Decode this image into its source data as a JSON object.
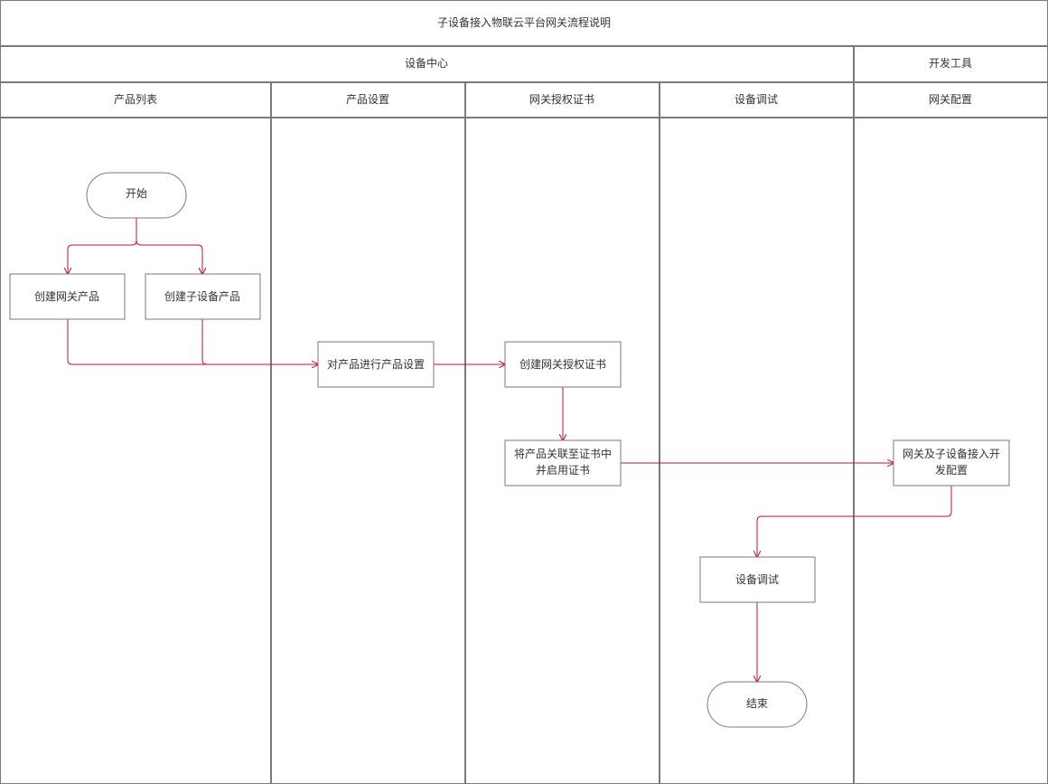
{
  "title": "子设备接入物联云平台网关流程说明",
  "groups": [
    {
      "id": "device-center",
      "label": "设备中心"
    },
    {
      "id": "dev-tools",
      "label": "开发工具"
    }
  ],
  "lanes": [
    {
      "id": "product-list",
      "label": "产品列表"
    },
    {
      "id": "product-settings",
      "label": "产品设置"
    },
    {
      "id": "gateway-cert",
      "label": "网关授权证书"
    },
    {
      "id": "device-debug",
      "label": "设备调试"
    },
    {
      "id": "gateway-config",
      "label": "网关配置"
    }
  ],
  "nodes": {
    "start": {
      "label": "开始",
      "shape": "terminator"
    },
    "create_gateway_product": {
      "label": "创建网关产品",
      "shape": "process"
    },
    "create_subdevice_product": {
      "label": "创建子设备产品",
      "shape": "process"
    },
    "configure_product": {
      "label": "对产品进行产品设置",
      "shape": "process"
    },
    "create_cert": {
      "label": "创建网关授权证书",
      "shape": "process"
    },
    "link_cert": {
      "label_lines": [
        "将产品关联至证书中",
        "并启用证书"
      ],
      "shape": "process"
    },
    "dev_config": {
      "label_lines": [
        "网关及子设备接入开",
        "发配置"
      ],
      "shape": "process"
    },
    "debug": {
      "label": "设备调试",
      "shape": "process"
    },
    "end": {
      "label": "结束",
      "shape": "terminator"
    }
  },
  "edges": [
    {
      "from": "start",
      "to": "create_gateway_product"
    },
    {
      "from": "start",
      "to": "create_subdevice_product"
    },
    {
      "from": "create_gateway_product",
      "to": "configure_product"
    },
    {
      "from": "create_subdevice_product",
      "to": "configure_product"
    },
    {
      "from": "configure_product",
      "to": "create_cert"
    },
    {
      "from": "create_cert",
      "to": "link_cert"
    },
    {
      "from": "link_cert",
      "to": "dev_config"
    },
    {
      "from": "dev_config",
      "to": "debug"
    },
    {
      "from": "debug",
      "to": "end"
    }
  ],
  "colors": {
    "border": "#7a7a7a",
    "connector": "#c8102e",
    "text": "#333333"
  }
}
